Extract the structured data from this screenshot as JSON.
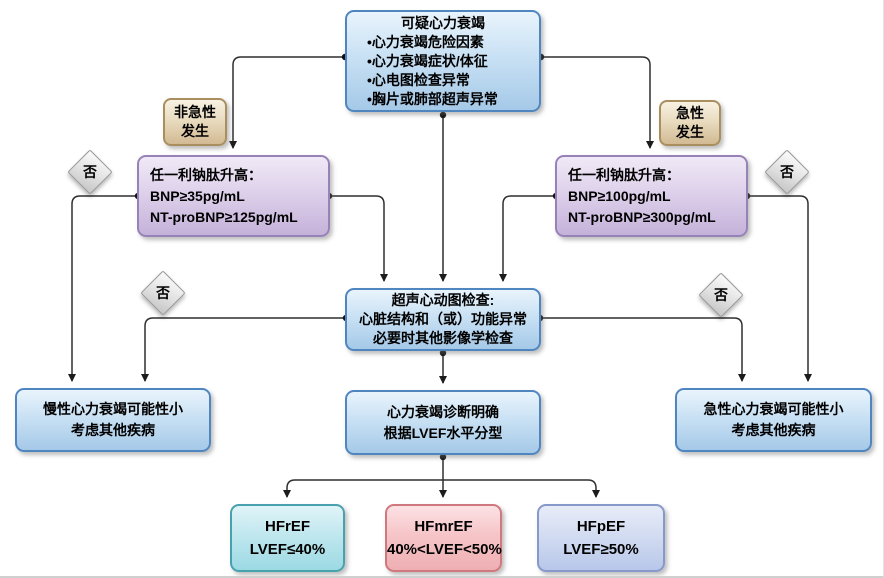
{
  "diagram": {
    "suspected": {
      "title": "可疑心力衰竭",
      "bullets": [
        "•心力衰竭危险因素",
        "•心力衰竭症状/体征",
        "•心电图检查异常",
        "•胸片或肺部超声异常"
      ]
    },
    "non_acute_label": {
      "line1": "非急性",
      "line2": "发生"
    },
    "acute_label": {
      "line1": "急性",
      "line2": "发生"
    },
    "left_criteria": {
      "line1": "任一利钠肽升高：",
      "line2": "BNP≥35pg/mL",
      "line3": "NT-proBNP≥125pg/mL"
    },
    "right_criteria": {
      "line1": "任一利钠肽升高：",
      "line2": "BNP≥100pg/mL",
      "line3": "NT-proBNP≥300pg/mL"
    },
    "echo": {
      "line1": "超声心动图检查:",
      "line2": "心脏结构和（或）功能异常",
      "line3": "必要时其他影像学检查"
    },
    "chronic_unlikely": {
      "line1": "慢性心力衰竭可能性小",
      "line2": "考虑其他疾病"
    },
    "acute_unlikely": {
      "line1": "急性心力衰竭可能性小",
      "line2": "考虑其他疾病"
    },
    "diagnosis": {
      "line1": "心力衰竭诊断明确",
      "line2": "根据LVEF水平分型"
    },
    "hfref": {
      "line1": "HFrEF",
      "line2": "LVEF≤40%"
    },
    "hfmref": {
      "line1": "HFmrEF",
      "line2": "40%<LVEF<50%"
    },
    "hfpef": {
      "line1": "HFpEF",
      "line2": "LVEF≥50%"
    },
    "no": "否"
  },
  "colors": {
    "blue_node_border": "#4f86c0",
    "purple_node_border": "#9782b7",
    "tan_label_border": "#a98e5f",
    "cyan_node_border": "#4aa1ae",
    "pink_node_border": "#cf787d",
    "periwinkle_node_border": "#8799ca",
    "diamond_border": "#969696",
    "connector": "#2f2f2f"
  }
}
